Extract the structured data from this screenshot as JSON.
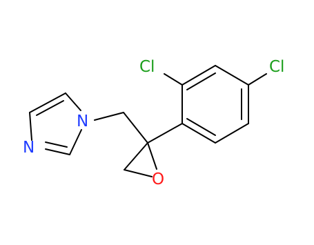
{
  "molecule": {
    "atoms": {
      "cl_a": {
        "label": "Cl",
        "color": "#1a9e1a"
      },
      "cl_b": {
        "label": "Cl",
        "color": "#1a9e1a"
      },
      "n_1": {
        "label": "N",
        "color": "#1f3cff"
      },
      "n_3": {
        "label": "N",
        "color": "#1f3cff"
      },
      "o_1": {
        "label": "O",
        "color": "#ff1a1a"
      }
    },
    "bond_color": "#000000",
    "background": "#ffffff"
  }
}
